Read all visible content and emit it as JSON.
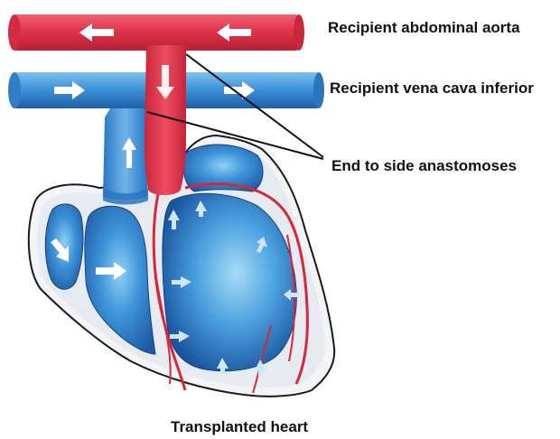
{
  "labels": {
    "aorta": "Recipient abdominal aorta",
    "vena_cava": "Recipient vena cava inferior",
    "anastomoses": "End to side anastomoses",
    "heart": "Transplanted heart"
  },
  "colors": {
    "artery": "#e0344a",
    "artery_dark": "#b81f33",
    "vein": "#3a8fd6",
    "vein_light": "#7fc0ef",
    "vein_dark": "#1d5fa8",
    "myocardium": "#f2f4f8",
    "outline": "#1a1a1a",
    "arrow": "#ffffff"
  }
}
